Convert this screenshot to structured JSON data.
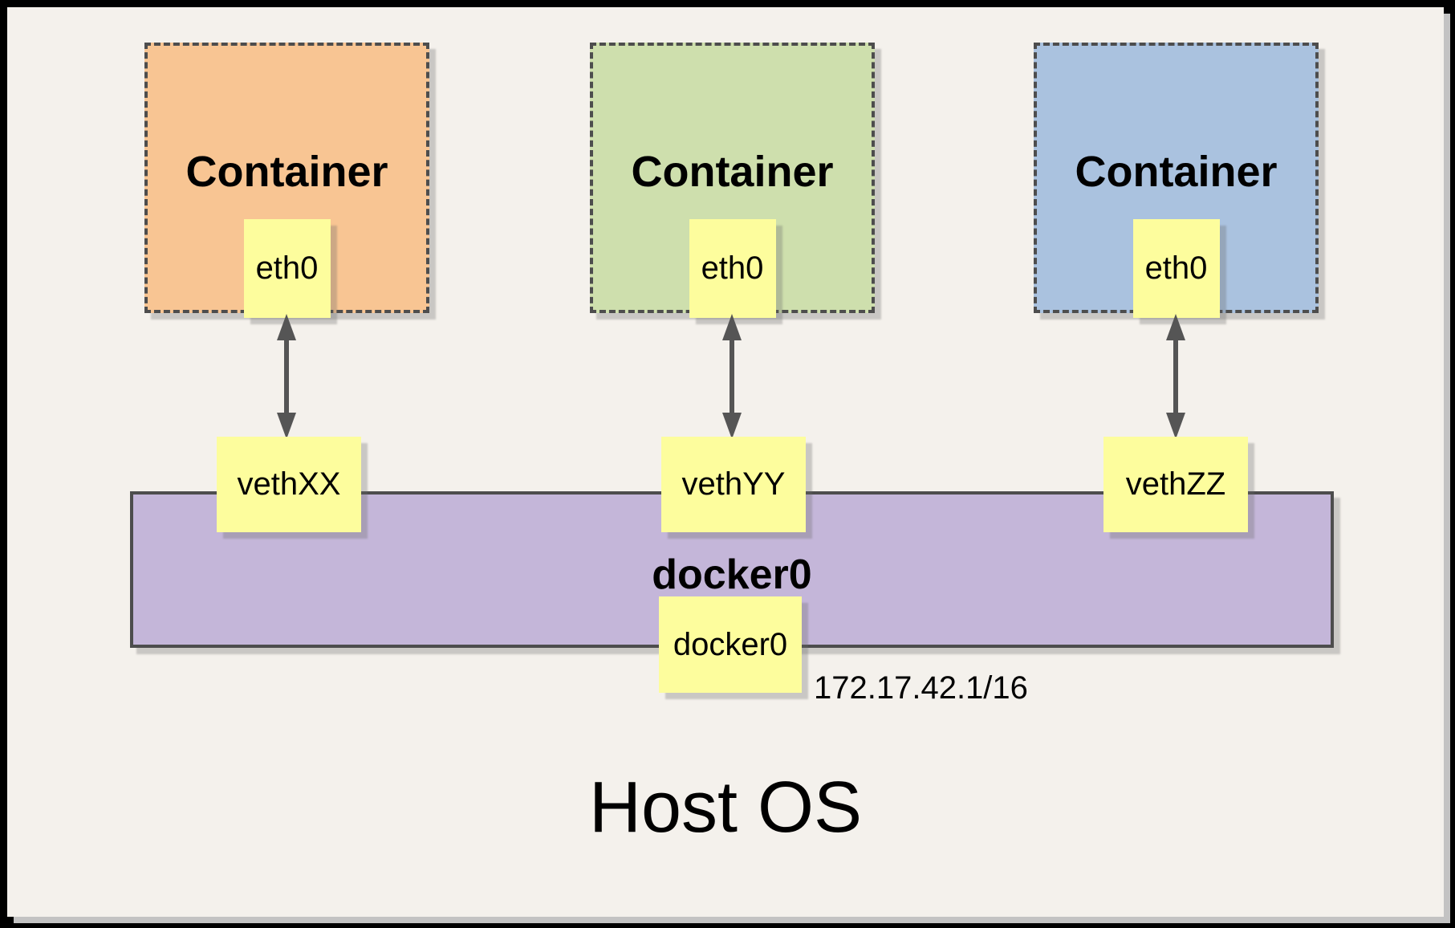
{
  "host": {
    "label": "Host OS"
  },
  "containers": [
    {
      "title": "Container",
      "interface": "eth0",
      "veth": "vethXX",
      "color": "#F8C593"
    },
    {
      "title": "Container",
      "interface": "eth0",
      "veth": "vethYY",
      "color": "#CEDFAD"
    },
    {
      "title": "Container",
      "interface": "eth0",
      "veth": "vethZZ",
      "color": "#AAC2DF"
    }
  ],
  "bridge": {
    "title": "docker0",
    "interface": "docker0",
    "ip": "172.17.42.1/16",
    "color": "#C4B6D9"
  },
  "colors": {
    "background": "#F4F1EC",
    "frame_black": "#000000",
    "note_yellow": "#FDFD9D",
    "container_orange": "#F8C593",
    "container_green": "#CEDFAD",
    "container_blue": "#AAC2DF",
    "bridge_purple": "#C4B6D9",
    "border_dark": "#4D4D4D",
    "arrow_gray": "#555555"
  }
}
